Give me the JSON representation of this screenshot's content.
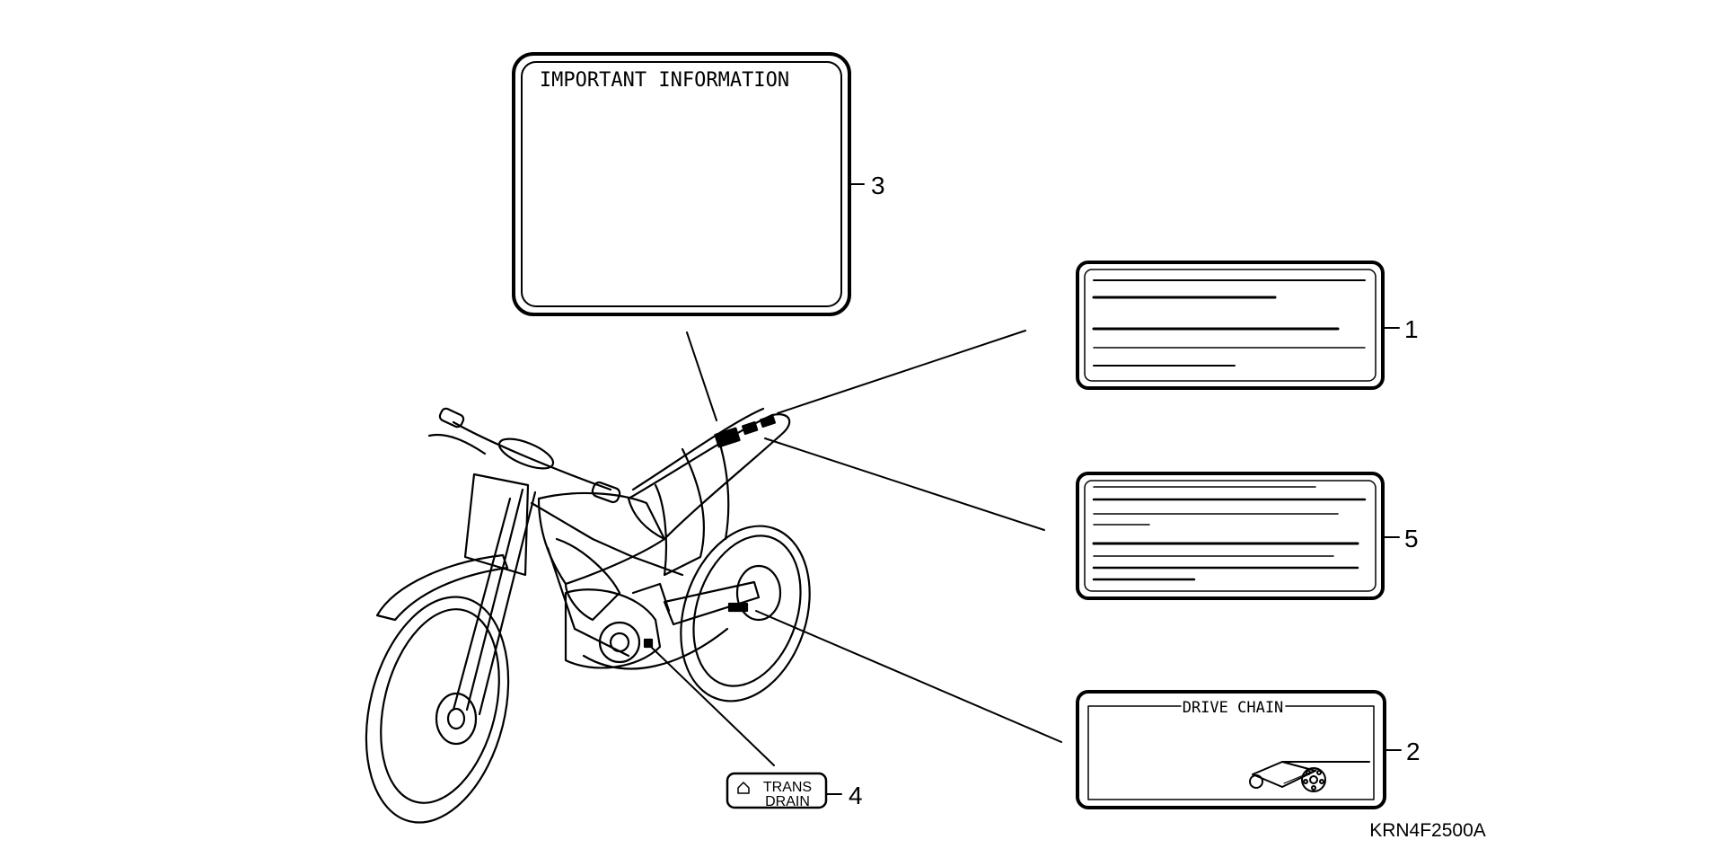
{
  "labels": {
    "important": {
      "title": "IMPORTANT INFORMATION",
      "callout": "3"
    },
    "label1": {
      "callout": "1"
    },
    "label5": {
      "callout": "5"
    },
    "drive_chain": {
      "title": "DRIVE CHAIN",
      "callout": "2"
    },
    "trans_drain": {
      "line1": "TRANS",
      "line2": "DRAIN",
      "callout": "4"
    }
  },
  "diagram_code": "KRN4F2500A",
  "colors": {
    "ink": "#000000",
    "paper": "#ffffff"
  },
  "icons": [
    "motorcycle-illustration",
    "chain-sprocket-icon",
    "home-drain-icon"
  ]
}
